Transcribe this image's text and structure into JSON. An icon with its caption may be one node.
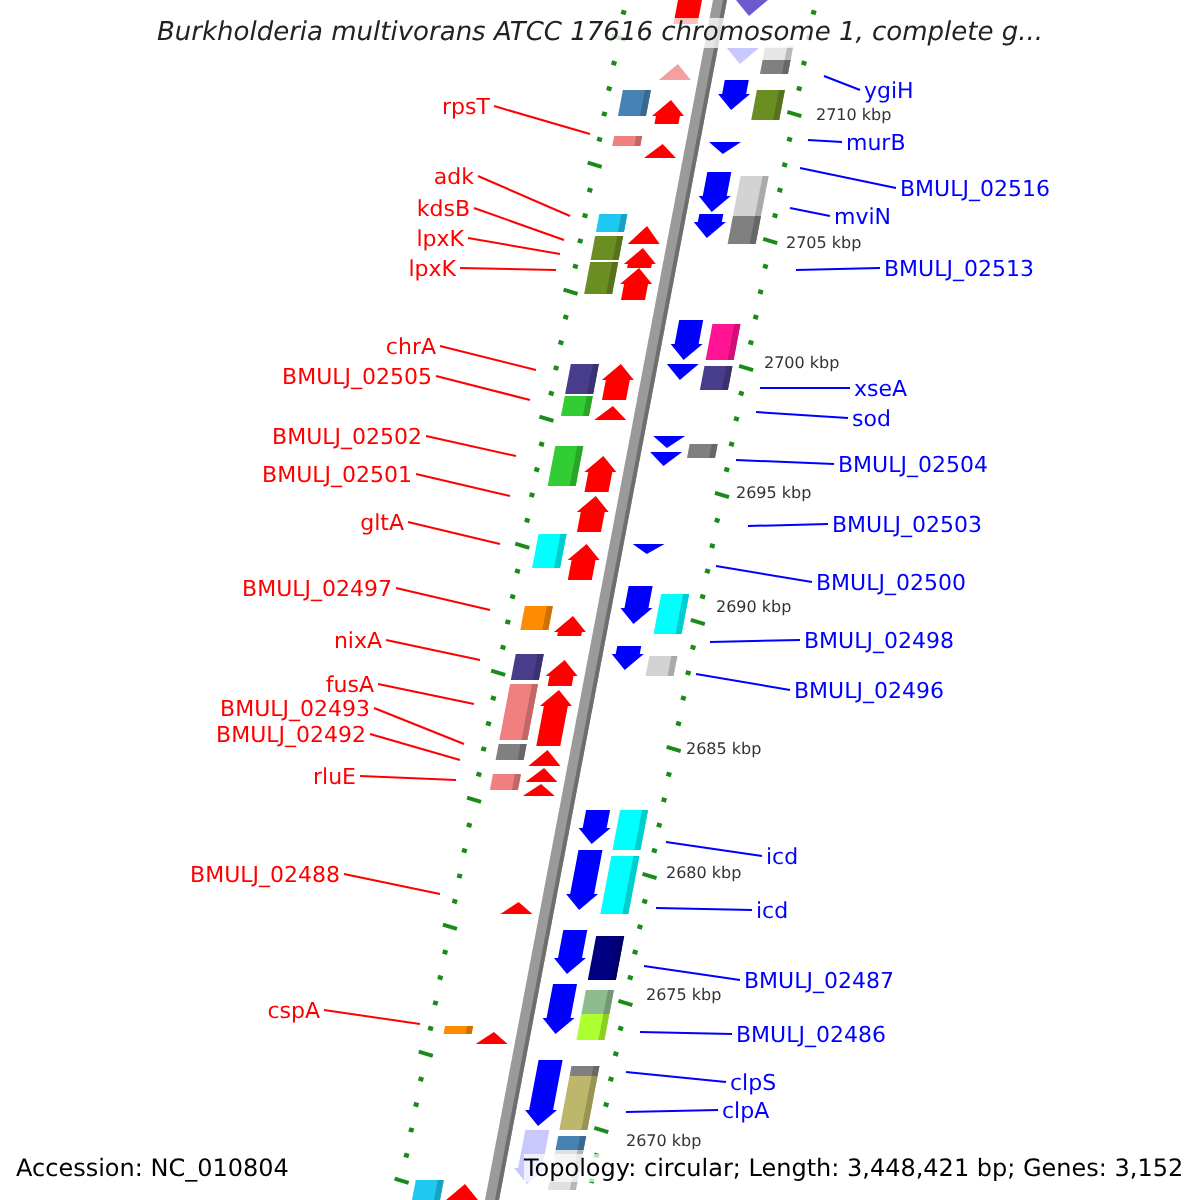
{
  "diagram": {
    "title": "Burkholderia multivorans ATCC 17616 chromosome 1, complete g...",
    "nodes": [
      {
        "text": [
          "rpsT"
        ]
      },
      {
        "text": [
          "adk"
        ]
      },
      {
        "text": [
          "kdsB"
        ]
      },
      {
        "text": [
          "lpxK"
        ]
      },
      {
        "text": [
          "lpxK"
        ]
      },
      {
        "text": [
          "chrA"
        ]
      },
      {
        "text": [
          "BMULJ_02505"
        ]
      },
      {
        "text": [
          "BMULJ_02502"
        ]
      },
      {
        "text": [
          "BMULJ_02501"
        ]
      },
      {
        "text": [
          "gltA"
        ]
      },
      {
        "text": [
          "BMULJ_02497"
        ]
      },
      {
        "text": [
          "nixA"
        ]
      },
      {
        "text": [
          "fusA"
        ]
      },
      {
        "text": [
          "BMULJ_02493"
        ]
      },
      {
        "text": [
          "BMULJ_02492"
        ]
      },
      {
        "text": [
          "rluE"
        ]
      },
      {
        "text": [
          "BMULJ_02488"
        ]
      },
      {
        "text": [
          "cspA"
        ]
      },
      {
        "text": [
          "ygiH"
        ]
      },
      {
        "text": [
          "murB"
        ]
      },
      {
        "text": [
          "BMULJ_02516"
        ]
      },
      {
        "text": [
          "mviN"
        ]
      },
      {
        "text": [
          "BMULJ_02513"
        ]
      },
      {
        "text": [
          "xseA"
        ]
      },
      {
        "text": [
          "sod"
        ]
      },
      {
        "text": [
          "BMULJ_02504"
        ]
      },
      {
        "text": [
          "BMULJ_02503"
        ]
      },
      {
        "text": [
          "BMULJ_02500"
        ]
      },
      {
        "text": [
          "BMULJ_02498"
        ]
      },
      {
        "text": [
          "BMULJ_02496"
        ]
      },
      {
        "text": [
          "icd"
        ]
      },
      {
        "text": [
          "icd"
        ]
      },
      {
        "text": [
          "BMULJ_02487"
        ]
      },
      {
        "text": [
          "BMULJ_02486"
        ]
      },
      {
        "text": [
          "clpS"
        ]
      },
      {
        "text": [
          "clpA"
        ]
      }
    ],
    "edges": [
      {
        "from": 0,
        "to": null,
        "arrow": "none",
        "color": "#ff0000"
      },
      {
        "from": 1,
        "to": null,
        "arrow": "none",
        "color": "#ff0000"
      },
      {
        "from": 2,
        "to": null,
        "arrow": "none",
        "color": "#ff0000"
      },
      {
        "from": 3,
        "to": null,
        "arrow": "none",
        "color": "#ff0000"
      },
      {
        "from": 4,
        "to": null,
        "arrow": "none",
        "color": "#ff0000"
      },
      {
        "from": 5,
        "to": null,
        "arrow": "none",
        "color": "#ff0000"
      },
      {
        "from": 6,
        "to": null,
        "arrow": "none",
        "color": "#ff0000"
      },
      {
        "from": 7,
        "to": null,
        "arrow": "none",
        "color": "#ff0000"
      },
      {
        "from": 8,
        "to": null,
        "arrow": "none",
        "color": "#ff0000"
      },
      {
        "from": 9,
        "to": null,
        "arrow": "none",
        "color": "#ff0000"
      },
      {
        "from": 10,
        "to": null,
        "arrow": "none",
        "color": "#ff0000"
      },
      {
        "from": 11,
        "to": null,
        "arrow": "none",
        "color": "#ff0000"
      },
      {
        "from": 12,
        "to": null,
        "arrow": "none",
        "color": "#ff0000"
      },
      {
        "from": 13,
        "to": null,
        "arrow": "none",
        "color": "#ff0000"
      },
      {
        "from": 14,
        "to": null,
        "arrow": "none",
        "color": "#ff0000"
      },
      {
        "from": 15,
        "to": null,
        "arrow": "none",
        "color": "#ff0000"
      },
      {
        "from": 16,
        "to": null,
        "arrow": "none",
        "color": "#ff0000"
      },
      {
        "from": 17,
        "to": null,
        "arrow": "none",
        "color": "#ff0000"
      },
      {
        "from": 18,
        "to": null,
        "arrow": "none",
        "color": "#0000ff"
      },
      {
        "from": 19,
        "to": null,
        "arrow": "none",
        "color": "#0000ff"
      },
      {
        "from": 20,
        "to": null,
        "arrow": "none",
        "color": "#0000ff"
      },
      {
        "from": 21,
        "to": null,
        "arrow": "none",
        "color": "#0000ff"
      },
      {
        "from": 22,
        "to": null,
        "arrow": "none",
        "color": "#0000ff"
      },
      {
        "from": 23,
        "to": null,
        "arrow": "none",
        "color": "#0000ff"
      },
      {
        "from": 24,
        "to": null,
        "arrow": "none",
        "color": "#0000ff"
      },
      {
        "from": 25,
        "to": null,
        "arrow": "none",
        "color": "#0000ff"
      },
      {
        "from": 26,
        "to": null,
        "arrow": "none",
        "color": "#0000ff"
      },
      {
        "from": 27,
        "to": null,
        "arrow": "none",
        "color": "#0000ff"
      },
      {
        "from": 28,
        "to": null,
        "arrow": "none",
        "color": "#0000ff"
      },
      {
        "from": 29,
        "to": null,
        "arrow": "none",
        "color": "#0000ff"
      },
      {
        "from": 30,
        "to": null,
        "arrow": "none",
        "color": "#0000ff"
      },
      {
        "from": 31,
        "to": null,
        "arrow": "none",
        "color": "#0000ff"
      },
      {
        "from": 32,
        "to": null,
        "arrow": "none",
        "color": "#0000ff"
      },
      {
        "from": 33,
        "to": null,
        "arrow": "none",
        "color": "#0000ff"
      },
      {
        "from": 34,
        "to": null,
        "arrow": "none",
        "color": "#0000ff"
      },
      {
        "from": 35,
        "to": null,
        "arrow": "none",
        "color": "#0000ff"
      }
    ],
    "labels": [
      "2710 kbp",
      "2705 kbp",
      "2700 kbp",
      "2695 kbp",
      "2690 kbp",
      "2685 kbp",
      "2680 kbp",
      "2675 kbp",
      "2670 kbp",
      "Accession: NC_010804",
      "Topology: circular; Length: 3,448,421 bp; Genes: 3,152"
    ]
  }
}
